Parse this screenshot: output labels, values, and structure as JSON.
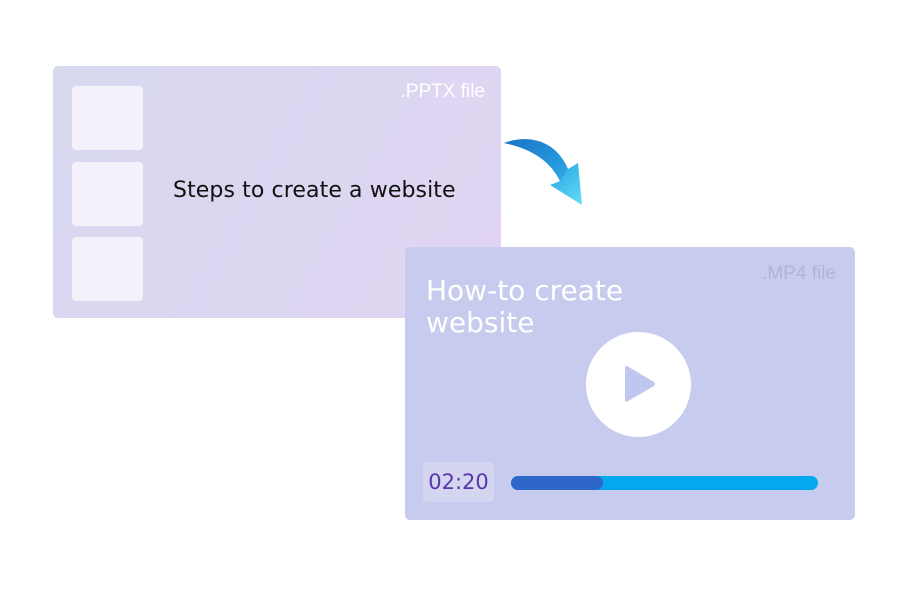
{
  "source": {
    "file_type_label": ".PPTX file",
    "title": "Steps to create a website",
    "slide_thumbnails": 3
  },
  "target": {
    "file_type_label": ".MP4 file",
    "title_line1": "How-to create",
    "title_line2": "website",
    "duration": "02:20",
    "progress_percent": 30
  },
  "colors": {
    "source_card_bg": "#dcd6f1",
    "target_card_bg": "#c7ccee",
    "progress_played": "#2d68c8",
    "progress_track": "#04a8ef",
    "time_text": "#5a36a6",
    "arrow": "#1fa6e0"
  },
  "icons": {
    "arrow": "curved-arrow-down-right",
    "play": "play-triangle"
  }
}
